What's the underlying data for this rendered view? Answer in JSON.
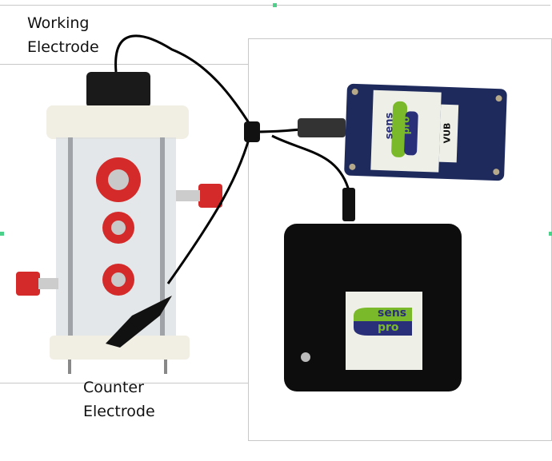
{
  "labels": {
    "working_electrode": [
      "Working",
      "Electrode"
    ],
    "counter_electrode": [
      "Counter",
      "Electrode"
    ]
  },
  "small_device": {
    "logo_top": "sens",
    "logo_bottom": "pro",
    "tag": "VUB"
  },
  "large_device": {
    "logo_top": "sens",
    "logo_bottom": "pro"
  },
  "colors": {
    "blue_box": "#1e2a5c",
    "black_box": "#0d0d0d",
    "logo_green": "#7ab929",
    "logo_navy": "#2a2f7a",
    "cap_red": "#d42a2a"
  }
}
